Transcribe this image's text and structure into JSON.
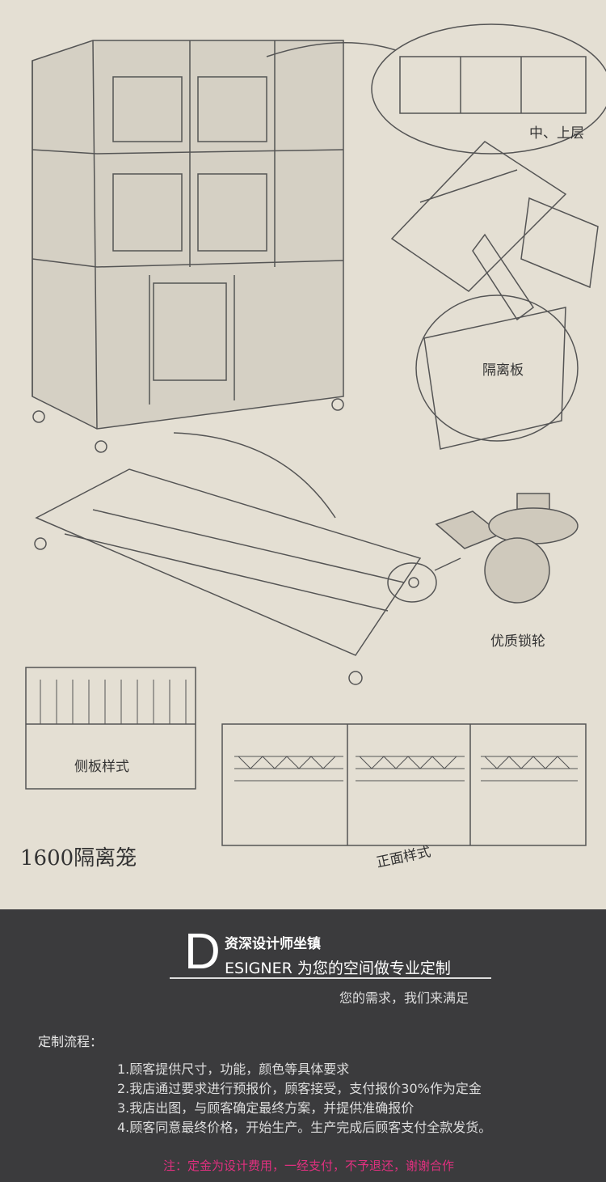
{
  "illustration": {
    "labels": {
      "middle_upper": "中、上层",
      "divider_panel": "隔离板",
      "caster": "优质锁轮",
      "side_panel": "侧板样式",
      "front_panel": "正面样式",
      "product_name": "1600隔离笼"
    }
  },
  "designer": {
    "big_letter": "D",
    "title": "资深设计师坐镇",
    "subtitle": "ESIGNER 为您的空间做专业定制",
    "tagline": "您的需求，我们来满足"
  },
  "process": {
    "heading": "定制流程：",
    "steps": [
      "1.顾客提供尺寸，功能，颜色等具体要求",
      "2.我店通过要求进行预报价，顾客接受，支付报价30%作为定金",
      "3.我店出图，与顾客确定最终方案，并提供准确报价",
      "4.顾客同意最终价格，开始生产。生产完成后顾客支付全款发货。"
    ],
    "note": "注：定金为设计费用，一经支付，不予退还，谢谢合作"
  },
  "colors": {
    "background": "#e4dfd3",
    "dark": "#3b3b3d",
    "note": "#e0307f"
  }
}
